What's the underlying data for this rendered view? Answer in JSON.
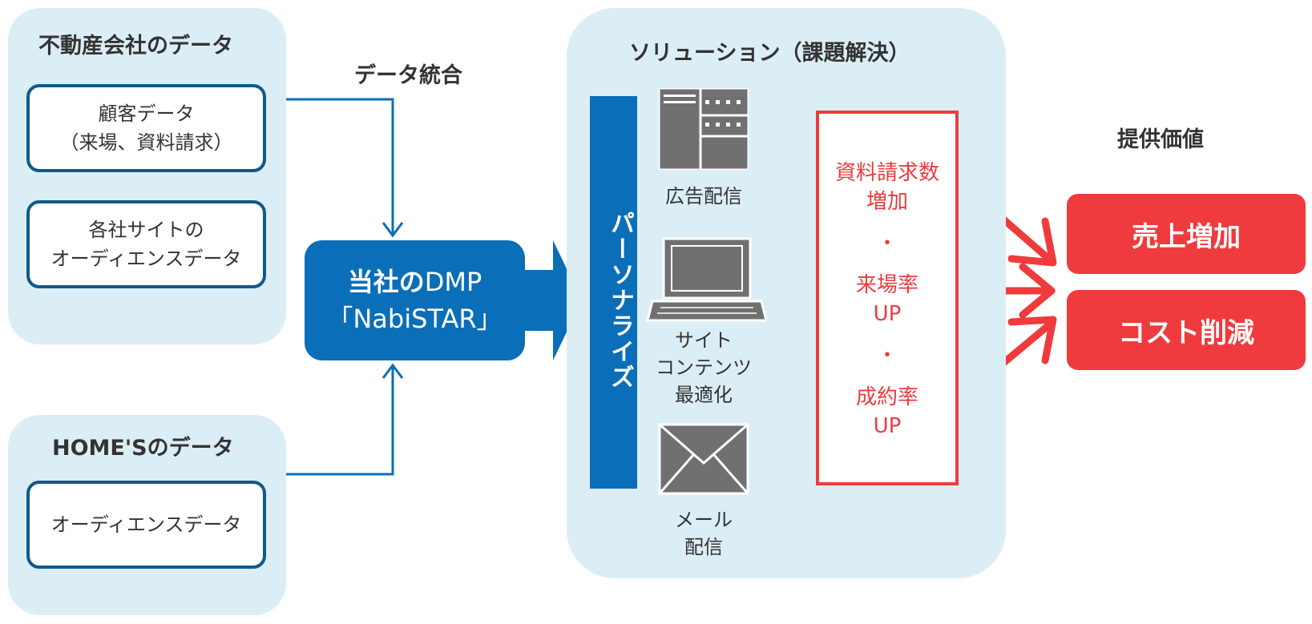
{
  "company_data": {
    "title": "不動産会社のデータ",
    "box1": {
      "line1": "顧客データ",
      "line2": "（来場、資料請求）"
    },
    "box2": {
      "line1": "各社サイトの",
      "line2": "オーディエンスデータ"
    }
  },
  "homes_data": {
    "title": "HOME'Sのデータ",
    "box1": {
      "line1": "オーディエンスデータ"
    }
  },
  "integration_label": "データ統合",
  "dmp": {
    "line1_bold": "当社の",
    "line1_rest": "DMP",
    "line2": "「NabiSTAR」"
  },
  "solution": {
    "title": "ソリューション（課題解決）",
    "vertical_label": "パーソナライズ",
    "items": [
      {
        "icon": "ad-layout-icon",
        "lines": [
          "広告配信"
        ]
      },
      {
        "icon": "laptop-icon",
        "lines": [
          "サイト",
          "コンテンツ",
          "最適化"
        ]
      },
      {
        "icon": "envelope-icon",
        "lines": [
          "メール",
          "配信"
        ]
      }
    ],
    "effects": [
      "資料請求数",
      "増加",
      "・",
      "来場率",
      "UP",
      "・",
      "成約率",
      "UP"
    ]
  },
  "value": {
    "title": "提供価値",
    "items": [
      "売上増加",
      "コスト削減"
    ]
  },
  "colors": {
    "blue": "#0a6eb8",
    "dark_blue": "#0f5a8c",
    "panel": "#dceef5",
    "red": "#ef3b3d"
  }
}
